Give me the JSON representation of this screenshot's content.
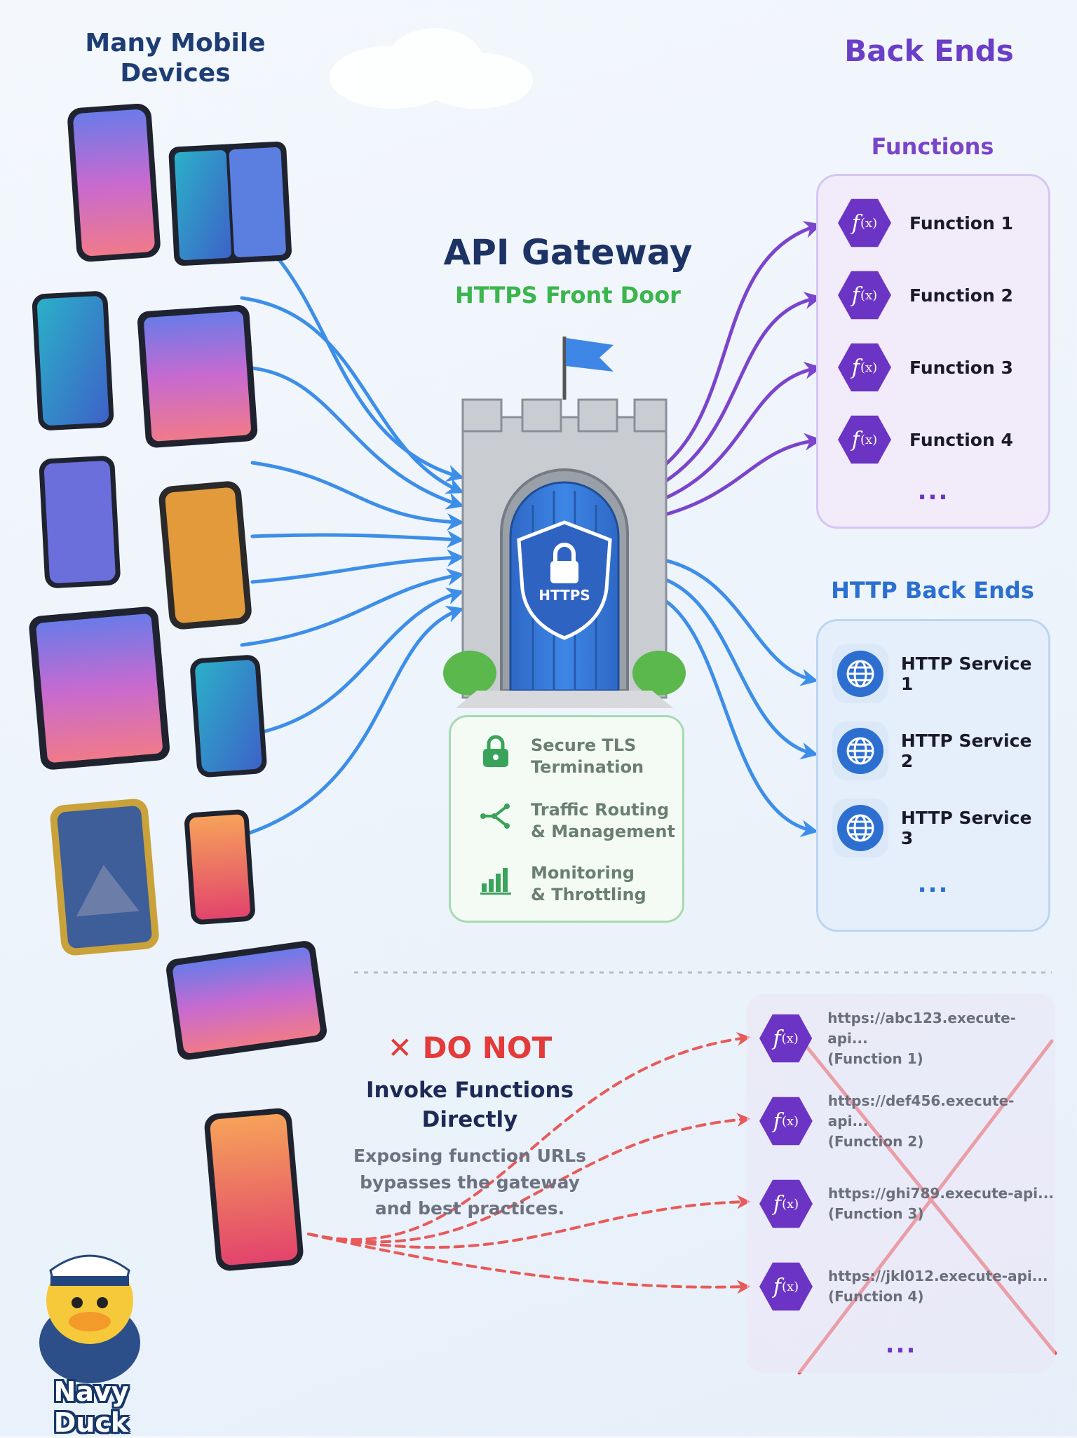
{
  "mobile_devices": {
    "title": "Many Mobile Devices"
  },
  "backends": {
    "title": "Back Ends"
  },
  "gateway": {
    "title": "API Gateway",
    "subtitle": "HTTPS Front Door",
    "shield_label": "HTTPS",
    "features": [
      {
        "icon": "lock-icon",
        "line1": "Secure TLS",
        "line2": "Termination"
      },
      {
        "icon": "routing-icon",
        "line1": "Traffic Routing",
        "line2": "& Management"
      },
      {
        "icon": "bar-chart-icon",
        "line1": "Monitoring",
        "line2": "& Throttling"
      }
    ]
  },
  "functions": {
    "title": "Functions",
    "icon_label": "f",
    "icon_suffix": "(x)",
    "items": [
      "Function 1",
      "Function 2",
      "Function 3",
      "Function 4"
    ],
    "more": "..."
  },
  "http_backends": {
    "title": "HTTP Back Ends",
    "items": [
      "HTTP Service 1",
      "HTTP Service 2",
      "HTTP Service 3"
    ],
    "more": "..."
  },
  "do_not": {
    "title": "DO NOT",
    "subtitle_line1": "Invoke Functions",
    "subtitle_line2": "Directly",
    "desc_line1": "Exposing function URLs",
    "desc_line2": "bypasses the gateway",
    "desc_line3": "and best practices.",
    "urls": [
      {
        "url": "https://abc123.execute-api...",
        "fn": "(Function 1)"
      },
      {
        "url": "https://def456.execute-api...",
        "fn": "(Function 2)"
      },
      {
        "url": "https://ghi789.execute-api...",
        "fn": "(Function 3)"
      },
      {
        "url": "https://jkl012.execute-api...",
        "fn": "(Function 4)"
      }
    ],
    "more": "..."
  },
  "mascot": {
    "label": "Navy Duck"
  },
  "colors": {
    "navy": "#1d3366",
    "green": "#3bb54d",
    "purple": "#6c34c4",
    "blue_arrow": "#3d8ee8",
    "red": "#e33a3a"
  }
}
